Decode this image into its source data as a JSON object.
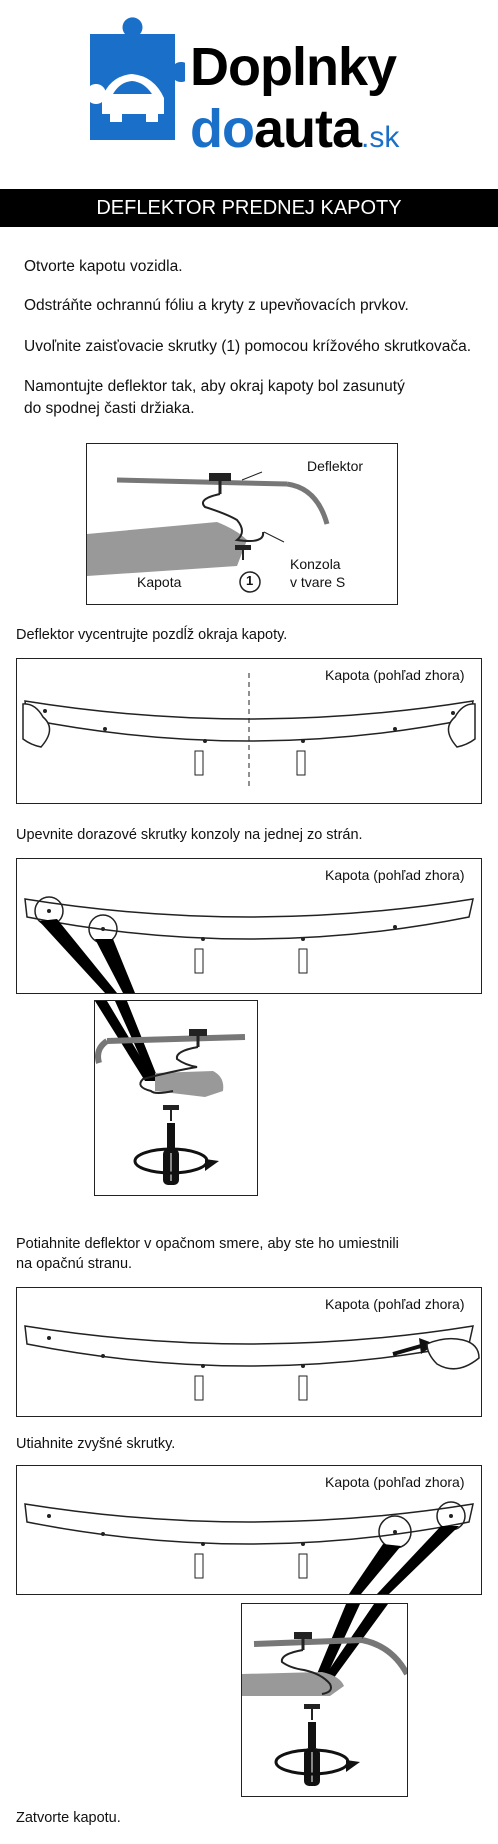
{
  "brand": {
    "line1": "Doplnky",
    "line2_blue": "do",
    "line2_black": "auta",
    "suffix": ".sk",
    "color_blue": "#1a6fc9",
    "color_dark": "#000000"
  },
  "banner": {
    "title": "DEFLEKTOR PREDNEJ KAPOTY"
  },
  "instructions": [
    "Otvorte kapotu vozidla.",
    "Odstráňte ochrannú fóliu a kryty z upevňovacích prvkov.",
    "Uvoľnite zaisťovacie skrutky (1) pomocou krížového skrutkovača.",
    "Namontujte deflektor tak, aby okraj kapoty bol zasunutý",
    "do spodnej časti držiaka."
  ],
  "diagram1": {
    "label_deflektor": "Deflektor",
    "label_kapota": "Kapota",
    "label_konzola_1": "Konzola",
    "label_konzola_2": "v tvare S",
    "marker": "1"
  },
  "steps": {
    "center": "Deflektor vycentrujte pozdĺž okraja kapoty.",
    "fix_one_side": "Upevnite dorazové skrutky konzoly na jednej zo strán.",
    "pull_1": "Potiahnite deflektor v opačnom smere, aby ste ho umiestnili",
    "pull_2": "na opačnú stranu.",
    "tighten": "Utiahnite zvyšné skrutky.",
    "close": "Zatvorte kapotu."
  },
  "view_label": "Kapota (pohľad zhora)",
  "icons": [
    "puzzle-car-logo-icon",
    "hand-icon",
    "screwdriver-icon",
    "arrow-icon"
  ]
}
